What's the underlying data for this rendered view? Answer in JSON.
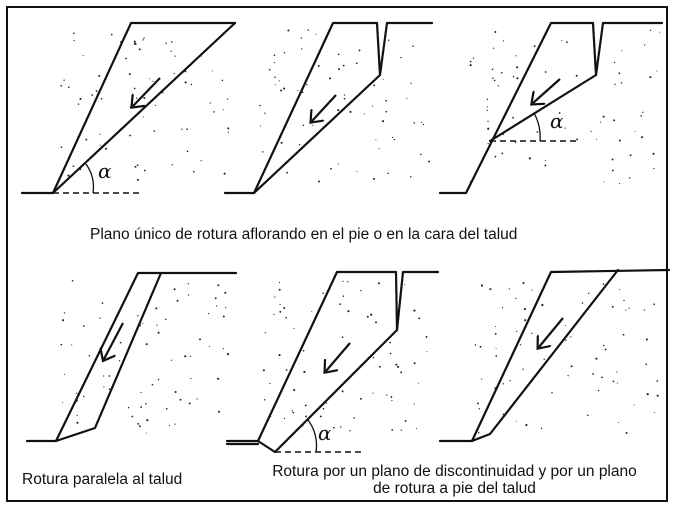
{
  "captions": {
    "top": "Plano único de rotura aflorando en el pie o en la cara del talud",
    "bottom_left": "Rotura paralela al talud",
    "bottom_right": "Rotura por un plano de discontinuidad y por un plano de rotura a pie del talud"
  },
  "labels": {
    "angle": "α"
  },
  "colors": {
    "line": "#111111",
    "background": "#ffffff"
  }
}
